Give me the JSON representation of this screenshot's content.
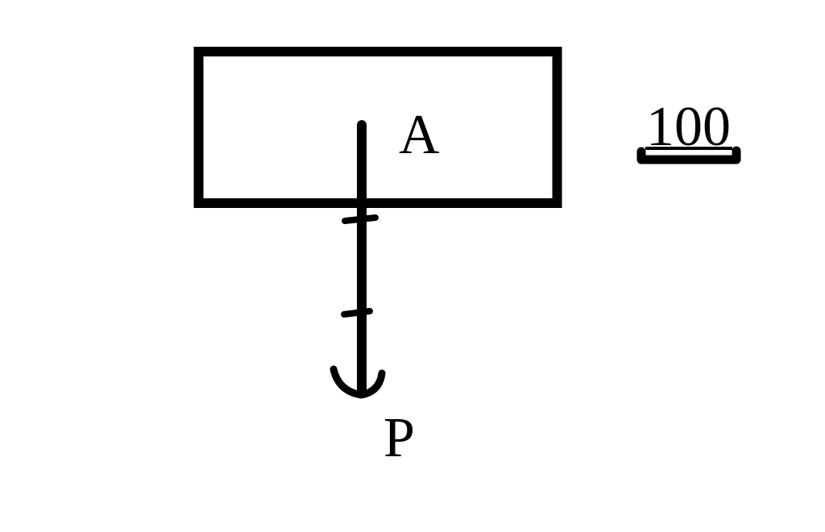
{
  "diagram": {
    "block": {
      "label": "A"
    },
    "force": {
      "label": "P",
      "direction": "down"
    },
    "scale": {
      "label": "100"
    },
    "colors": {
      "ink": "#000000",
      "background": "#ffffff"
    }
  }
}
